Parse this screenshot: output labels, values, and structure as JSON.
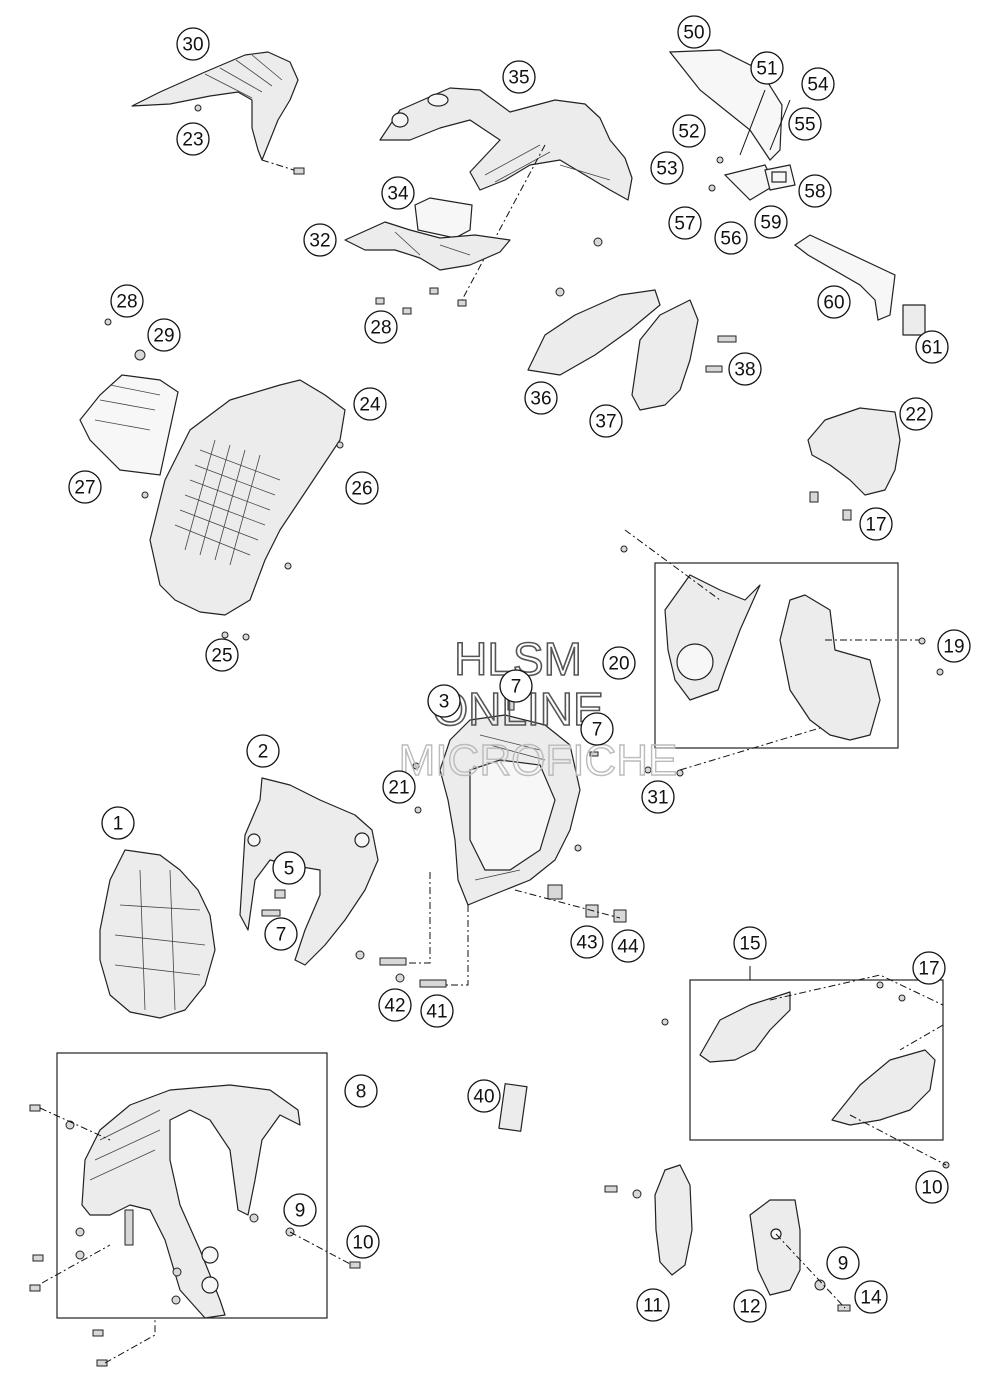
{
  "watermark": {
    "line1": "HLSM",
    "line2": "ONLINE",
    "line3": "MICROFICHE"
  },
  "callouts": [
    {
      "id": "c30",
      "label": "30"
    },
    {
      "id": "c23",
      "label": "23"
    },
    {
      "id": "c35",
      "label": "35"
    },
    {
      "id": "c34",
      "label": "34"
    },
    {
      "id": "c32",
      "label": "32"
    },
    {
      "id": "c28a",
      "label": "28"
    },
    {
      "id": "c28b",
      "label": "28"
    },
    {
      "id": "c29",
      "label": "29"
    },
    {
      "id": "c24",
      "label": "24"
    },
    {
      "id": "c26",
      "label": "26"
    },
    {
      "id": "c27",
      "label": "27"
    },
    {
      "id": "c25",
      "label": "25"
    },
    {
      "id": "c50",
      "label": "50"
    },
    {
      "id": "c51",
      "label": "51"
    },
    {
      "id": "c54",
      "label": "54"
    },
    {
      "id": "c55",
      "label": "55"
    },
    {
      "id": "c52",
      "label": "52"
    },
    {
      "id": "c53",
      "label": "53"
    },
    {
      "id": "c58",
      "label": "58"
    },
    {
      "id": "c57",
      "label": "57"
    },
    {
      "id": "c56",
      "label": "56"
    },
    {
      "id": "c59",
      "label": "59"
    },
    {
      "id": "c60",
      "label": "60"
    },
    {
      "id": "c61",
      "label": "61"
    },
    {
      "id": "c36",
      "label": "36"
    },
    {
      "id": "c37",
      "label": "37"
    },
    {
      "id": "c38",
      "label": "38"
    },
    {
      "id": "c22",
      "label": "22"
    },
    {
      "id": "c17a",
      "label": "17"
    },
    {
      "id": "c20",
      "label": "20"
    },
    {
      "id": "c19",
      "label": "19"
    },
    {
      "id": "c31",
      "label": "31"
    },
    {
      "id": "c3",
      "label": "3"
    },
    {
      "id": "c7a",
      "label": "7"
    },
    {
      "id": "c7b",
      "label": "7"
    },
    {
      "id": "c21",
      "label": "21"
    },
    {
      "id": "c2",
      "label": "2"
    },
    {
      "id": "c1",
      "label": "1"
    },
    {
      "id": "c5",
      "label": "5"
    },
    {
      "id": "c7c",
      "label": "7"
    },
    {
      "id": "c43",
      "label": "43"
    },
    {
      "id": "c44",
      "label": "44"
    },
    {
      "id": "c42",
      "label": "42"
    },
    {
      "id": "c41",
      "label": "41"
    },
    {
      "id": "c15",
      "label": "15"
    },
    {
      "id": "c17b",
      "label": "17"
    },
    {
      "id": "c10a",
      "label": "10"
    },
    {
      "id": "c8",
      "label": "8"
    },
    {
      "id": "c9a",
      "label": "9"
    },
    {
      "id": "c10b",
      "label": "10"
    },
    {
      "id": "c40",
      "label": "40"
    },
    {
      "id": "c11",
      "label": "11"
    },
    {
      "id": "c12",
      "label": "12"
    },
    {
      "id": "c9b",
      "label": "9"
    },
    {
      "id": "c14",
      "label": "14"
    }
  ]
}
